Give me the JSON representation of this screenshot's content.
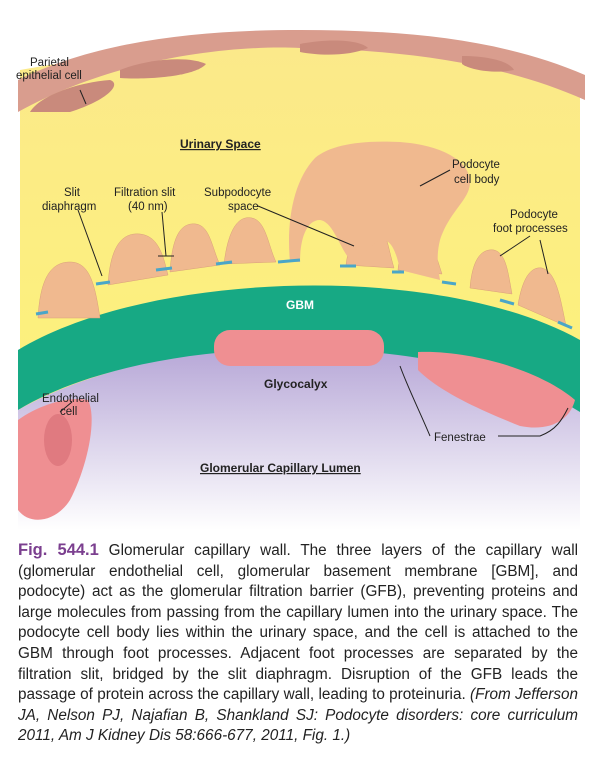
{
  "diagram": {
    "labels": {
      "parietal_cell": [
        "Parietal",
        "epithelial cell"
      ],
      "urinary_space": "Urinary Space",
      "podocyte_body": [
        "Podocyte",
        "cell body"
      ],
      "slit_diaphragm": [
        "Slit",
        "diaphragm"
      ],
      "filtration_slit": [
        "Filtration slit",
        "(40 nm)"
      ],
      "subpodocyte": [
        "Subpodocyte",
        "space"
      ],
      "foot_processes": [
        "Podocyte",
        "foot processes"
      ],
      "gbm": "GBM",
      "glycocalyx": "Glycocalyx",
      "endothelial": [
        "Endothelial",
        "cell"
      ],
      "fenestrae": "Fenestrae",
      "lumen": "Glomerular Capillary Lumen"
    },
    "colors": {
      "urinary_space": "#fdf27a",
      "podocyte": "#f0b98f",
      "parietal": "#c98a7c",
      "gbm": "#17a984",
      "glycocalyx": "#bfb0dc",
      "endothelial": "#ef8f92",
      "slit_diaphragm": "#4aa6c8"
    }
  },
  "caption": {
    "figure_label": "Fig. 544.1",
    "text": "Glomerular capillary wall. The three layers of the capillary wall (glomerular endothelial cell, glomerular basement membrane [GBM], and podocyte) act as the glomerular filtration barrier (GFB), preventing proteins and large molecules from passing from the capillary lumen into the urinary space. The podocyte cell body lies within the urinary space, and the cell is attached to the GBM through foot processes. Adjacent foot processes are separated by the filtration slit, bridged by the slit diaphragm. Disruption of the GFB leads the passage of protein across the capillary wall, leading to proteinuria.",
    "credit": "(From Jefferson JA, Nelson PJ, Najafian B, Shankland SJ: Podocyte disorders: core curriculum 2011, Am J Kidney Dis 58:666-677, 2011, Fig. 1.)"
  }
}
